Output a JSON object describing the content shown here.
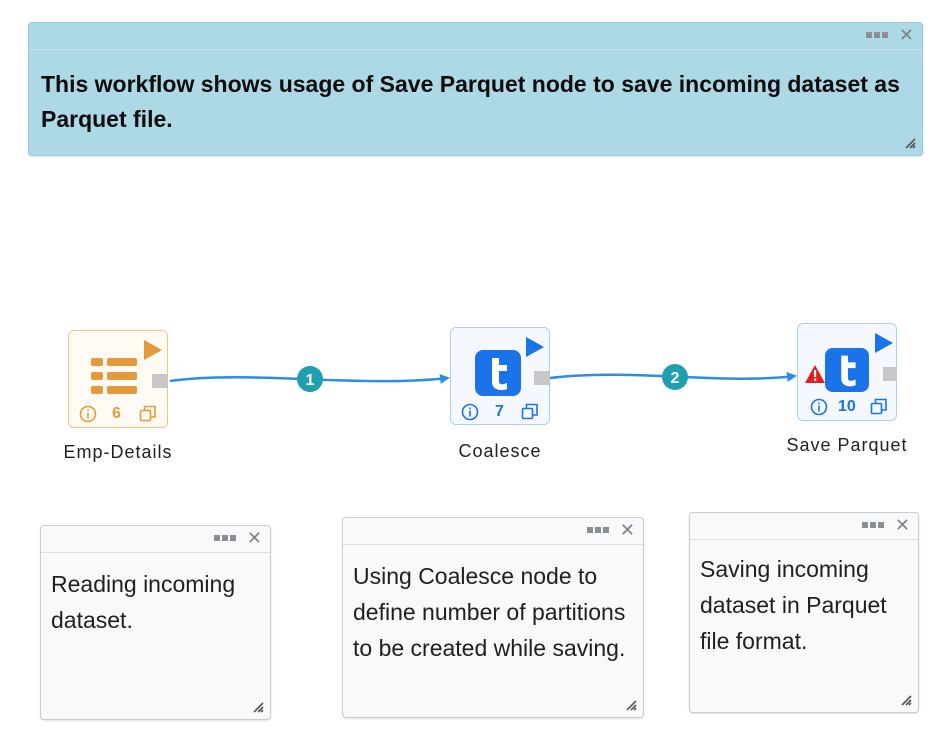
{
  "header_note": {
    "text": "This workflow shows usage of Save Parquet node to save incoming dataset as Parquet file."
  },
  "nodes": [
    {
      "id": "emp-details",
      "label": "Emp-Details",
      "count": "6",
      "icon": "table-icon",
      "color": "#e39a3b"
    },
    {
      "id": "coalesce",
      "label": "Coalesce",
      "count": "7",
      "icon": "t-transform-icon",
      "color": "#1a73e8"
    },
    {
      "id": "save-parquet",
      "label": "Save Parquet",
      "count": "10",
      "icon": "t-transform-icon",
      "color": "#1a73e8",
      "warning": true
    }
  ],
  "connections": [
    {
      "label": "1"
    },
    {
      "label": "2"
    }
  ],
  "notes": [
    {
      "text": "Reading incoming dataset."
    },
    {
      "text": "Using Coalesce node to define number of partitions to be created while saving."
    },
    {
      "text": "Saving incoming dataset in Parquet file format."
    }
  ],
  "colors": {
    "header_note_bg": "#add8e6",
    "connection": "#2b8de6",
    "connection_badge": "#1f9fb0",
    "source_node": "#e39a3b",
    "transform_node": "#1a73e8",
    "warning": "#e02020"
  }
}
